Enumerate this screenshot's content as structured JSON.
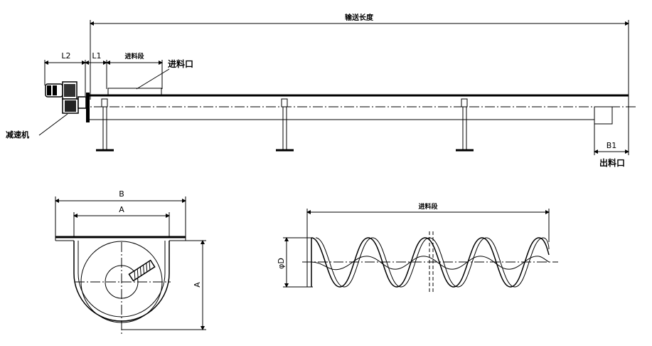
{
  "labels": {
    "conveying_length": "输送长度",
    "l2": "L2",
    "l1": "L1",
    "intake_length_top": "进料段",
    "inlet": "进料口",
    "reducer": "减速机",
    "b1": "B1",
    "outlet": "出料口",
    "b": "B",
    "a_top": "A",
    "a_side": "A",
    "phi_d": "φD",
    "intake_length_bottom": "进料段"
  },
  "colors": {
    "line": "#000000",
    "background": "#ffffff",
    "hatch": "#000000"
  },
  "icons": {
    "reducer_motor": "gear-motor-icon"
  }
}
